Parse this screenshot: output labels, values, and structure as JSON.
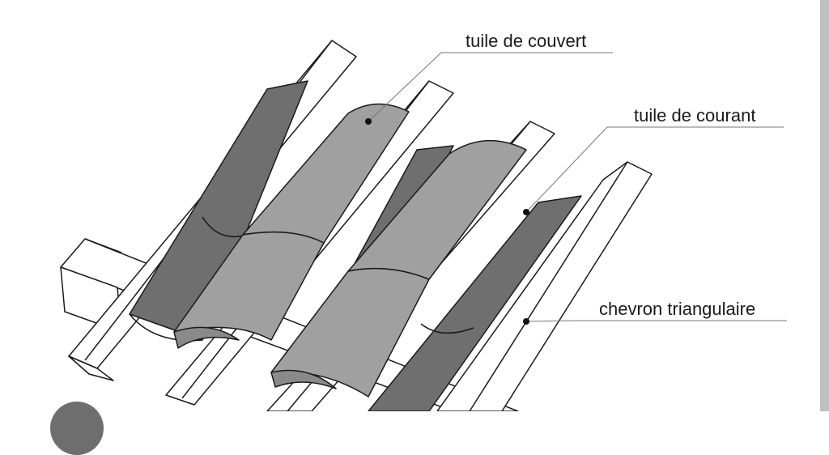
{
  "diagram": {
    "labels": {
      "cover_tile": "tuile de couvert",
      "channel_tile": "tuile de courant",
      "rafter": "chevron triangulaire"
    },
    "colors": {
      "cover_tile": "#a0a0a0",
      "channel_tile": "#6f6f6f",
      "wood": "#ffffff",
      "outline": "#1a1a1a",
      "scrollbar": "#c0c0c0",
      "fab": "#6e6e6e"
    }
  }
}
